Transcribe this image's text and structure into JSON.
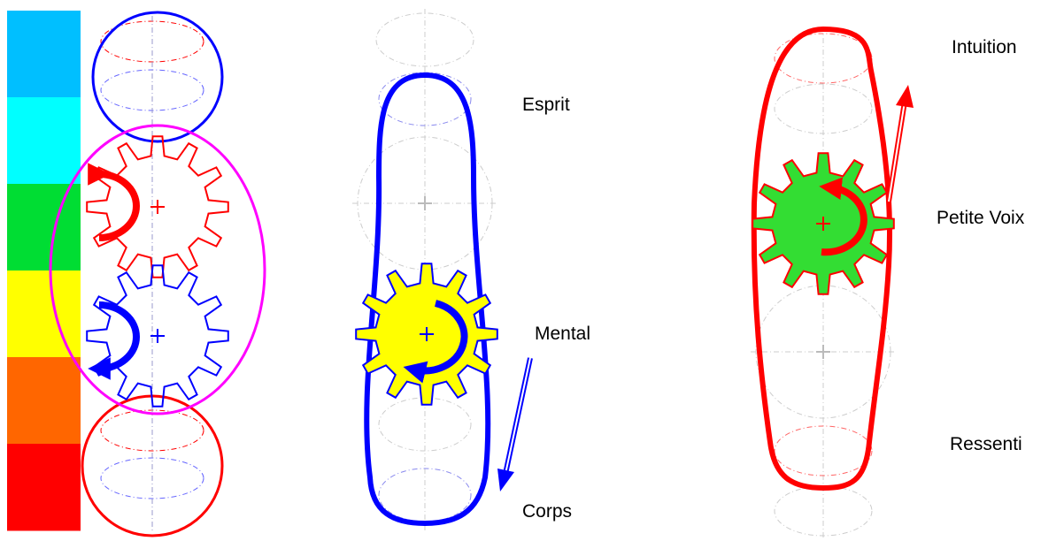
{
  "labels": {
    "esprit": "Esprit",
    "mental": "Mental",
    "corps": "Corps",
    "intuition": "Intuition",
    "petite_voix": "Petite Voix",
    "ressenti": "Ressenti"
  },
  "color_bar": {
    "colors": [
      "#00bfff",
      "#00ffff",
      "#00dd33",
      "#ffff00",
      "#ff6600",
      "#ff0000"
    ]
  },
  "colors": {
    "blue": "#0000ff",
    "red": "#ff0000",
    "magenta": "#ff00ff",
    "gear_yellow": "#ffff00",
    "gear_green": "#33dd33",
    "guide_gray": "#bbbbbb"
  },
  "gears": {
    "left_top": {
      "color": "red",
      "fill": "none",
      "rotation": "counter-clockwise"
    },
    "left_bottom": {
      "color": "blue",
      "fill": "none",
      "rotation": "clockwise"
    },
    "middle": {
      "color": "blue",
      "fill": "gear_yellow",
      "rotation": "clockwise"
    },
    "right": {
      "color": "red",
      "fill": "gear_green",
      "rotation": "counter-clockwise"
    }
  },
  "flow_arrows": {
    "middle": "down",
    "right": "up"
  }
}
